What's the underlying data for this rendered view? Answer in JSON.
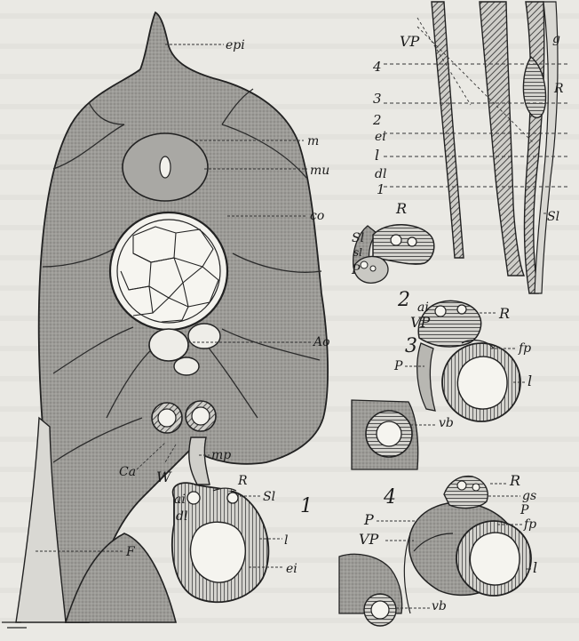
{
  "figure": {
    "labels": {
      "epi": "epi",
      "m": "m",
      "mu": "mu",
      "co": "co",
      "Ao": "Ao",
      "Ca": "Ca",
      "W": "W",
      "mp": "mp",
      "F": "F",
      "VP": "VP",
      "R": "R",
      "Sl": "Sl",
      "sl": "sl",
      "P": "P",
      "ai": "ai",
      "dl": "dl",
      "l": "l",
      "ei": "ei",
      "fp": "fp",
      "vb": "vb",
      "gs": "gs",
      "g": "g"
    },
    "panel_numbers": {
      "one": "1",
      "two": "2",
      "three": "3",
      "four": "4"
    }
  }
}
